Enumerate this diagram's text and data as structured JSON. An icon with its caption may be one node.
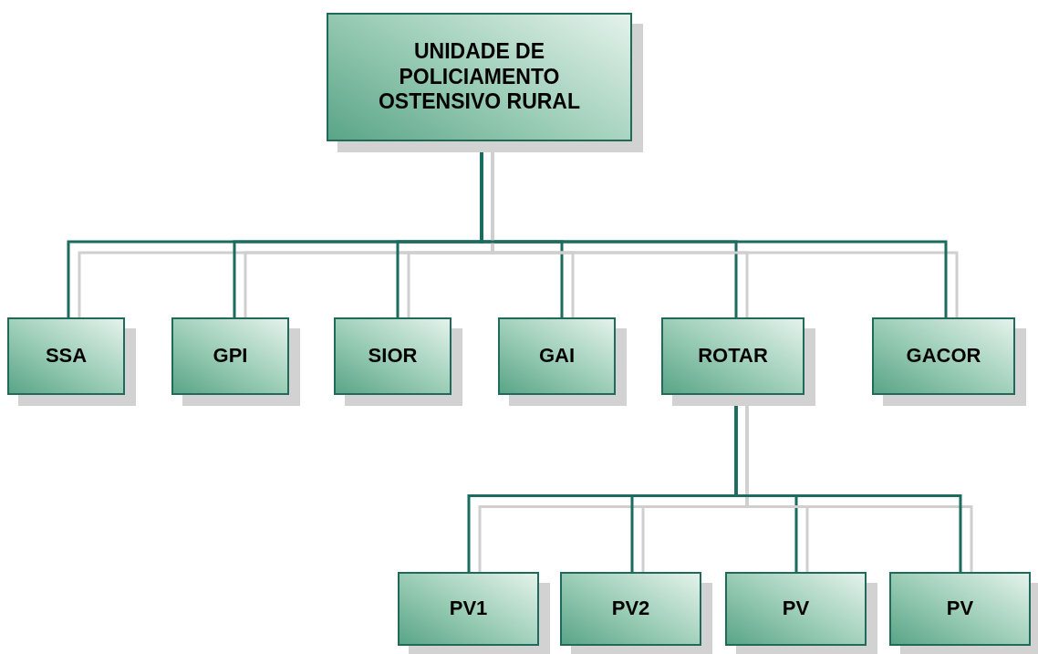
{
  "diagram": {
    "nodes": [
      {
        "text": [
          "UNIDADE DE POLICIAMENTO OSTENSIVO RURAL"
        ]
      },
      {
        "text": [
          "SSA"
        ]
      },
      {
        "text": [
          "GPI"
        ]
      },
      {
        "text": [
          "SIOR"
        ]
      },
      {
        "text": [
          "GAI"
        ]
      },
      {
        "text": [
          "ROTAR"
        ]
      },
      {
        "text": [
          "GACOR"
        ]
      },
      {
        "text": [
          "PV1"
        ]
      },
      {
        "text": [
          "PV2"
        ]
      },
      {
        "text": [
          "PV"
        ]
      },
      {
        "text": [
          "PV"
        ]
      }
    ],
    "edges": [
      {
        "from": 0,
        "to": 1,
        "arrow": "none"
      },
      {
        "from": 0,
        "to": 2,
        "arrow": "none"
      },
      {
        "from": 0,
        "to": 3,
        "arrow": "none"
      },
      {
        "from": 0,
        "to": 4,
        "arrow": "none"
      },
      {
        "from": 0,
        "to": 5,
        "arrow": "none"
      },
      {
        "from": 0,
        "to": 6,
        "arrow": "none"
      },
      {
        "from": 5,
        "to": 7,
        "arrow": "none"
      },
      {
        "from": 5,
        "to": 8,
        "arrow": "none"
      },
      {
        "from": 5,
        "to": 9,
        "arrow": "none"
      },
      {
        "from": 5,
        "to": 10,
        "arrow": "none"
      }
    ]
  }
}
